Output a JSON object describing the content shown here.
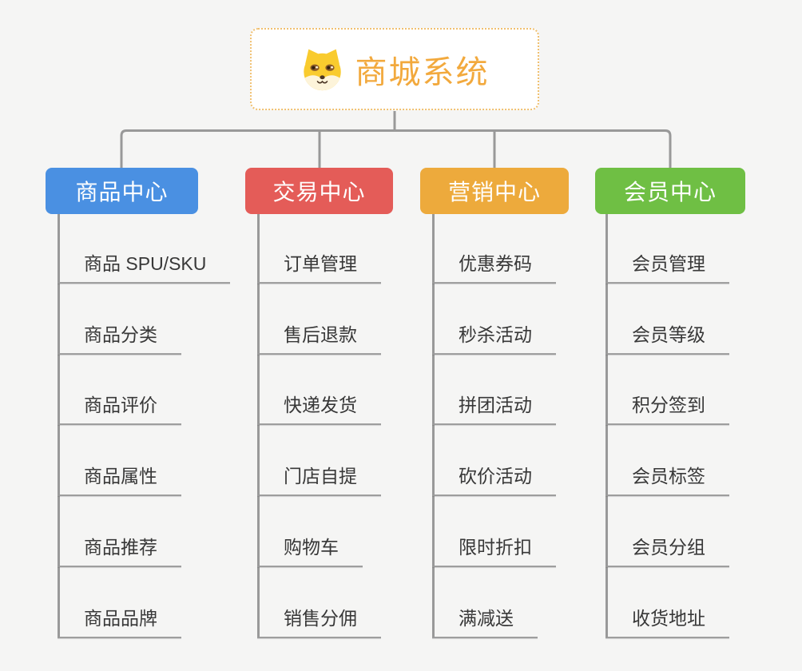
{
  "page": {
    "background": "#f5f5f4"
  },
  "connector_color": "#999999",
  "root": {
    "title": "商城系统",
    "icon": "shiba-dog-icon",
    "text_color": "#f2a93d",
    "border_color": "#f0c070"
  },
  "branches": [
    {
      "label": "商品中心",
      "color": "#4a90e2",
      "items": [
        "商品 SPU/SKU",
        "商品分类",
        "商品评价",
        "商品属性",
        "商品推荐",
        "商品品牌"
      ]
    },
    {
      "label": "交易中心",
      "color": "#e45c58",
      "items": [
        "订单管理",
        "售后退款",
        "快递发货",
        "门店自提",
        "购物车",
        "销售分佣"
      ]
    },
    {
      "label": "营销中心",
      "color": "#edaa3c",
      "items": [
        "优惠券码",
        "秒杀活动",
        "拼团活动",
        "砍价活动",
        "限时折扣",
        "满减送"
      ]
    },
    {
      "label": "会员中心",
      "color": "#6fbf44",
      "items": [
        "会员管理",
        "会员等级",
        "积分签到",
        "会员标签",
        "会员分组",
        "收货地址"
      ]
    }
  ]
}
